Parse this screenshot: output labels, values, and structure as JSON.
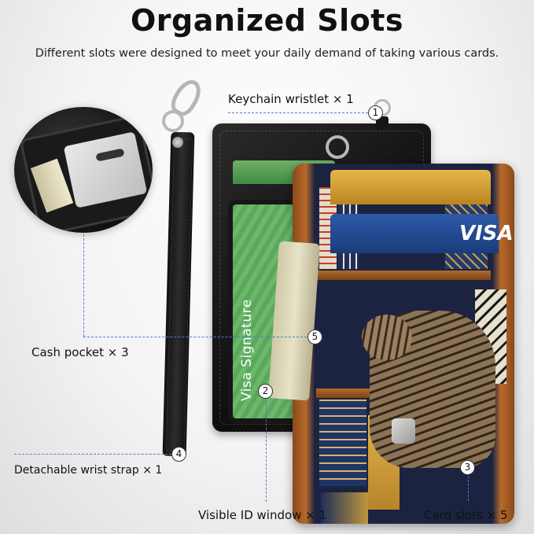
{
  "header": {
    "title": "Organized Slots",
    "subtitle": "Different slots were designed to meet your daily demand of taking various cards."
  },
  "callouts": [
    {
      "number": "1",
      "label": "Keychain wristlet × 1"
    },
    {
      "number": "2",
      "label": "Visible ID window × 1"
    },
    {
      "number": "3",
      "label": "Card slots × 5"
    },
    {
      "number": "4",
      "label": "Detachable wrist strap × 1"
    },
    {
      "number": "5",
      "label": "Cash pocket × 3"
    }
  ],
  "product": {
    "id_card_text": "Visa Signature",
    "card_logo_text": "VISA"
  },
  "colors": {
    "callout_line": "#4a7fc9",
    "wallet_black": "#111111",
    "id_window_green": "#5aa85b",
    "cat_wallet_navy": "#1b2340",
    "cat_wallet_tan": "#b8692a"
  },
  "icons": [
    "magnifier-zoom-circle",
    "keychain-ring",
    "lobster-clasp"
  ]
}
